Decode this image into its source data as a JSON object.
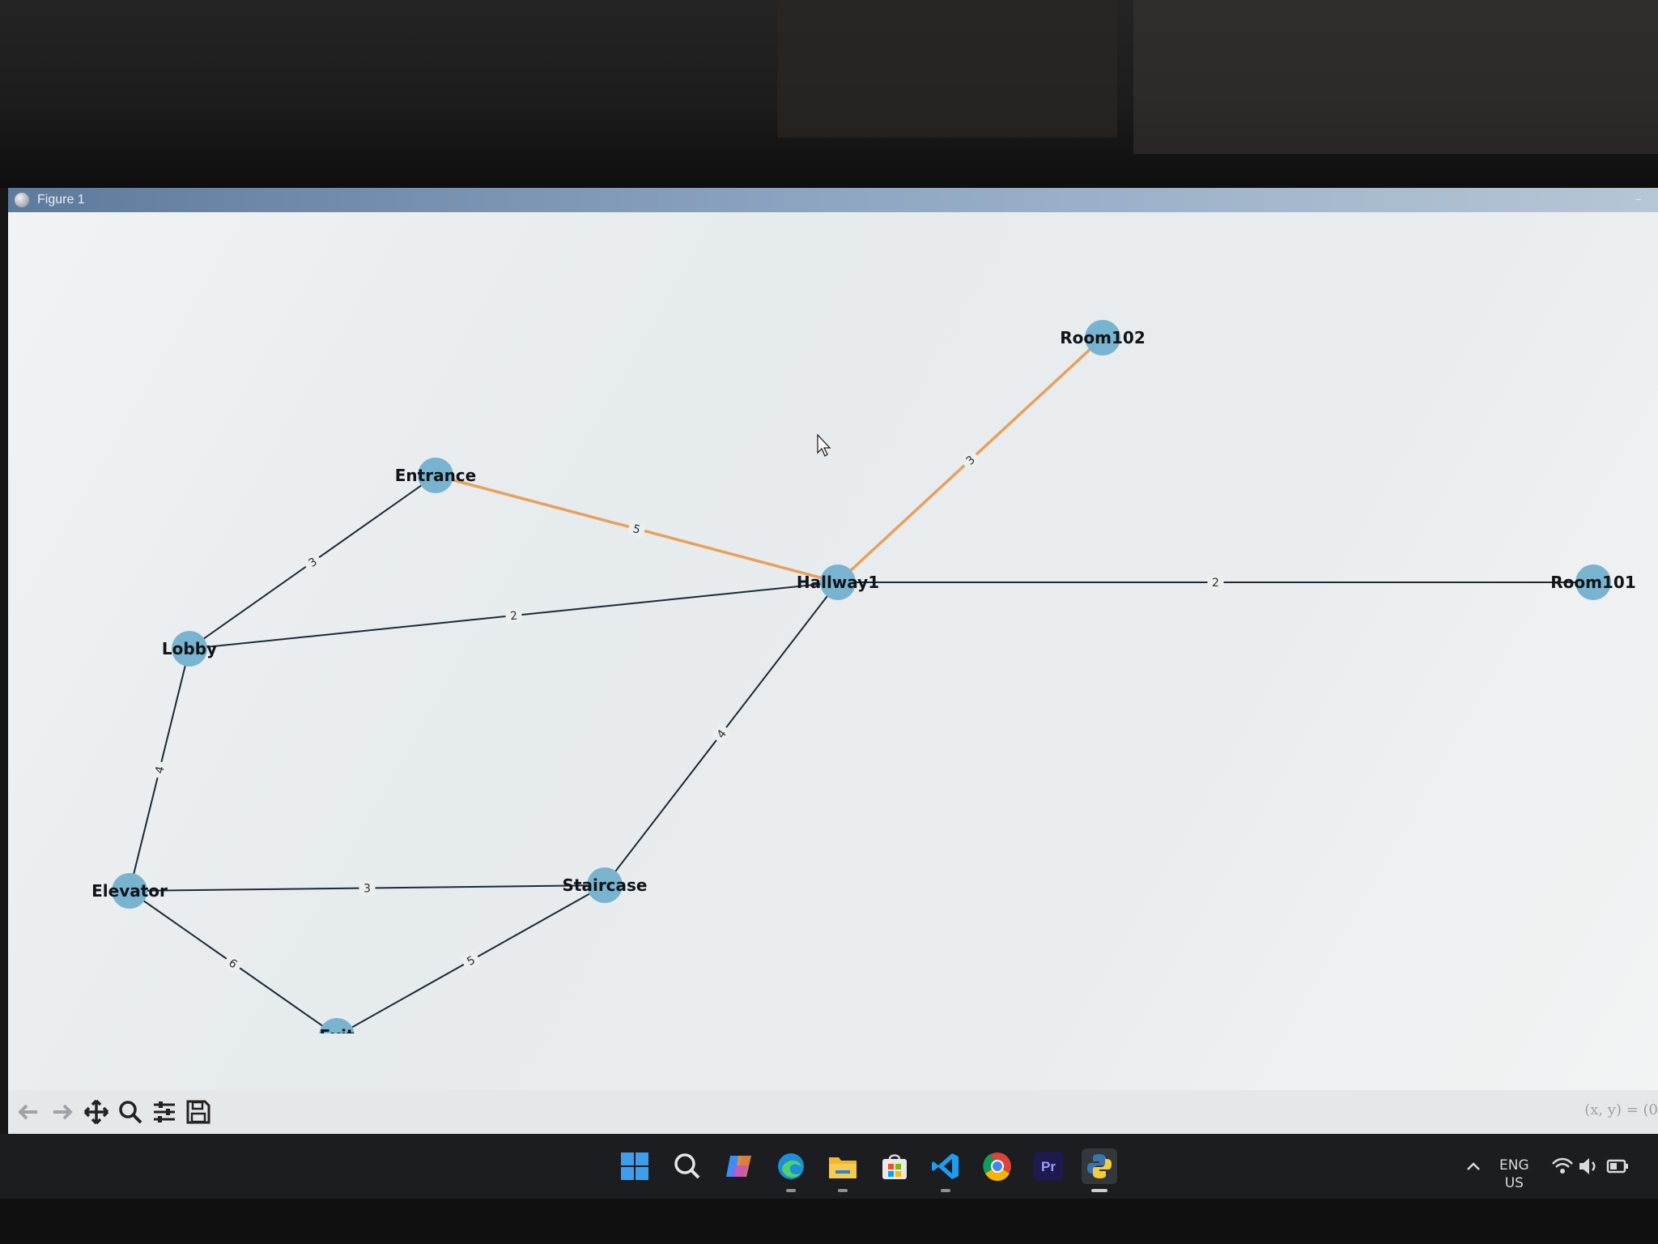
{
  "window": {
    "title": "Figure 1",
    "minimize": "–"
  },
  "graph": {
    "node_color": "#78b4cf",
    "edge_color": "#1d2a33",
    "highlight_color": "#e8a05b",
    "nodes": [
      {
        "id": "Room102",
        "label": "Room102"
      },
      {
        "id": "Entrance",
        "label": "Entrance"
      },
      {
        "id": "Hallway1",
        "label": "Hallway1"
      },
      {
        "id": "Room101",
        "label": "Room101"
      },
      {
        "id": "Lobby",
        "label": "Lobby"
      },
      {
        "id": "Staircase",
        "label": "Staircase"
      },
      {
        "id": "Elevator",
        "label": "Elevator"
      },
      {
        "id": "Exit",
        "label": "Exit"
      }
    ],
    "edges": [
      {
        "from": "Entrance",
        "to": "Hallway1",
        "weight": "5",
        "highlight": true
      },
      {
        "from": "Hallway1",
        "to": "Room102",
        "weight": "3",
        "highlight": true
      },
      {
        "from": "Hallway1",
        "to": "Room101",
        "weight": "2",
        "highlight": false
      },
      {
        "from": "Lobby",
        "to": "Hallway1",
        "weight": "2",
        "highlight": false
      },
      {
        "from": "Lobby",
        "to": "Entrance",
        "weight": "3",
        "highlight": false
      },
      {
        "from": "Lobby",
        "to": "Elevator",
        "weight": "4",
        "highlight": false
      },
      {
        "from": "Hallway1",
        "to": "Staircase",
        "weight": "4",
        "highlight": false
      },
      {
        "from": "Elevator",
        "to": "Staircase",
        "weight": "3",
        "highlight": false
      },
      {
        "from": "Elevator",
        "to": "Exit",
        "weight": "6",
        "highlight": false
      },
      {
        "from": "Exit",
        "to": "Staircase",
        "weight": "5",
        "highlight": false
      }
    ]
  },
  "toolbar": {
    "coords": "(x, y) = (0",
    "tools": [
      "back-icon",
      "forward-icon",
      "pan-icon",
      "zoom-icon",
      "configure-icon",
      "save-icon"
    ]
  },
  "taskbar": {
    "apps": [
      "windows-start-icon",
      "search-icon",
      "copilot-icon",
      "edge-icon",
      "file-explorer-icon",
      "store-icon",
      "vscode-icon",
      "chrome-icon",
      "premiere-icon",
      "python-icon"
    ],
    "premiere_label": "Pr",
    "lang_top": "ENG",
    "lang_bottom": "US"
  }
}
